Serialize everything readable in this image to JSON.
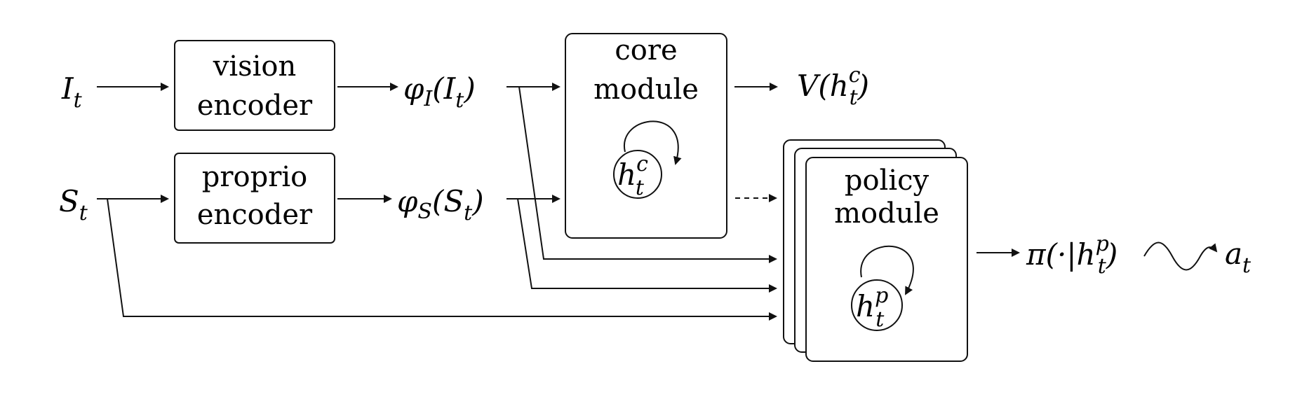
{
  "diagram": {
    "inputs": {
      "image": {
        "base": "I",
        "sub": "t"
      },
      "state": {
        "base": "S",
        "sub": "t"
      }
    },
    "encoders": {
      "vision": {
        "line1": "vision",
        "line2": "encoder"
      },
      "proprio": {
        "line1": "proprio",
        "line2": "encoder"
      }
    },
    "features": {
      "image": {
        "phi": "φ",
        "phi_sub": "I",
        "arg_base": "I",
        "arg_sub": "t"
      },
      "state": {
        "phi": "φ",
        "phi_sub": "S",
        "arg_base": "S",
        "arg_sub": "t"
      }
    },
    "core_module": {
      "line1": "core",
      "line2": "module",
      "state_base": "h",
      "state_sup": "c",
      "state_sub": "t"
    },
    "value_output": {
      "fn": "V",
      "base": "h",
      "sup": "c",
      "sub": "t"
    },
    "policy_module": {
      "line1": "policy",
      "line2": "module",
      "state_base": "h",
      "state_sup": "p",
      "state_sub": "t"
    },
    "policy_output": {
      "fn": "π",
      "inside_prefix": "(·|",
      "base": "h",
      "sup": "p",
      "sub": "t",
      "suffix": ")"
    },
    "action_output": {
      "base": "a",
      "sub": "t"
    }
  }
}
